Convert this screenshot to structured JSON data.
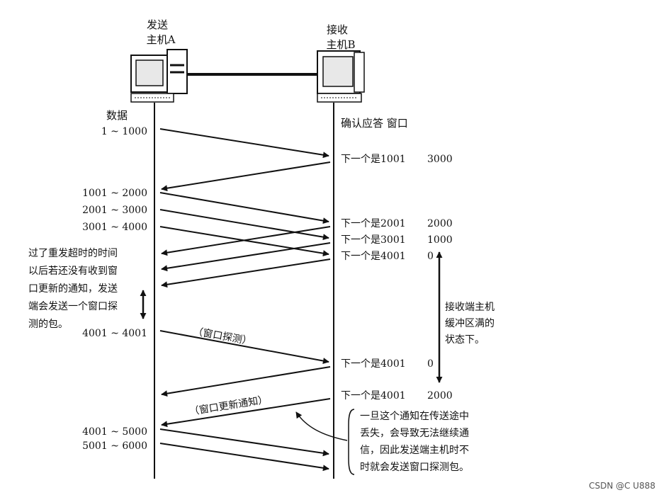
{
  "host_a": {
    "line1": "发送",
    "line2": "主机A"
  },
  "host_b": {
    "line1": "接收",
    "line2": "主机B"
  },
  "left_header": "数据",
  "right_header": "确认应答 窗口",
  "left_labels": [
    "1 ~ 1000",
    "1001 ~ 2000",
    "2001 ~ 3000",
    "3001 ~ 4000",
    "4001 ~ 4001",
    "4001 ~ 5000",
    "5001 ~ 6000"
  ],
  "acks": [
    {
      "text": "下一个是1001",
      "window": "3000"
    },
    {
      "text": "下一个是2001",
      "window": "2000"
    },
    {
      "text": "下一个是3001",
      "window": "1000"
    },
    {
      "text": "下一个是4001",
      "window": "0"
    },
    {
      "text": "下一个是4001",
      "window": "0"
    },
    {
      "text": "下一个是4001",
      "window": "2000"
    }
  ],
  "probe_label": "（窗口探测）",
  "update_label": "（窗口更新通知）",
  "timeout_note": [
    "过了重发超时的时间",
    "以后若还没有收到窗",
    "口更新的通知，发送",
    "端会发送一个窗口探",
    "测的包。"
  ],
  "buffer_note": [
    "接收端主机",
    "缓冲区满的",
    "状态下。"
  ],
  "lost_note": [
    "一旦这个通知在传送途中",
    "丢失，会导致无法继续通",
    "信，因此发送端主机时不",
    "时就会发送窗口探测包。"
  ],
  "watermark": "CSDN @C  U888"
}
